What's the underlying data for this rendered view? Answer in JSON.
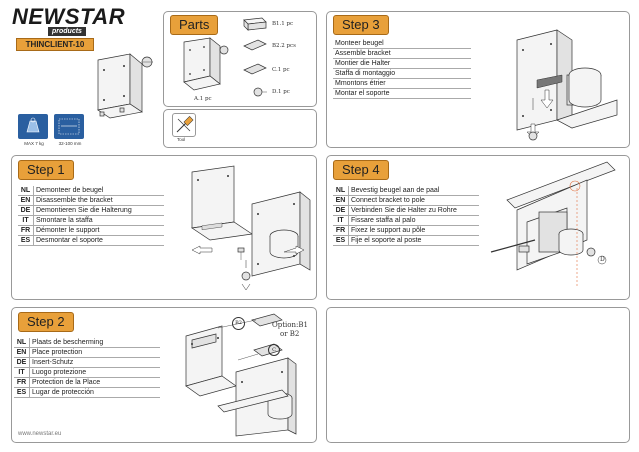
{
  "brand": {
    "name": "NEWSTAR",
    "sub": "products",
    "model": "THINCLIENT-10"
  },
  "badges": {
    "max_weight": "MAX 7 kg",
    "pole": "32-100 mm"
  },
  "parts": {
    "title": "Parts",
    "items": [
      {
        "code": "B1",
        "qty": "1 pc",
        "text": "B1.1 pc"
      },
      {
        "code": "B2",
        "qty": "2 pcs",
        "text": "B2.2 pcs"
      },
      {
        "code": "C",
        "qty": "1 pc",
        "text": "C.1 pc"
      },
      {
        "code": "D",
        "qty": "1 pc",
        "text": "D.1 pc"
      },
      {
        "code": "A",
        "qty": "1 pc",
        "text": "A.1 pc"
      }
    ],
    "tool_label": "Tool"
  },
  "step1": {
    "title": "Step 1",
    "rows": [
      {
        "lang": "NL",
        "text": "Demonteer de beugel"
      },
      {
        "lang": "EN",
        "text": "Disassemble the bracket"
      },
      {
        "lang": "DE",
        "text": "Demontieren Sie die Halterung"
      },
      {
        "lang": "IT",
        "text": "Smontare la staffa"
      },
      {
        "lang": "FR",
        "text": "Démonter le support"
      },
      {
        "lang": "ES",
        "text": "Desmontar el soporte"
      }
    ]
  },
  "step2": {
    "title": "Step 2",
    "rows": [
      {
        "lang": "NL",
        "text": "Plaats de bescherming"
      },
      {
        "lang": "EN",
        "text": "Place protection"
      },
      {
        "lang": "DE",
        "text": "Insert-Schutz"
      },
      {
        "lang": "IT",
        "text": "Luogo protezione"
      },
      {
        "lang": "FR",
        "text": "Protection de la Place"
      },
      {
        "lang": "ES",
        "text": "Lugar de protección"
      }
    ],
    "callout_b2": "B2",
    "callout_c": "C",
    "option_line1": "Option:B1",
    "option_line2": "or B2"
  },
  "step3": {
    "title": "Step 3",
    "rows": [
      {
        "text": "Monteer beugel"
      },
      {
        "text": "Assemble bracket"
      },
      {
        "text": "Montier die Halter"
      },
      {
        "text": "Staffa di montaggio"
      },
      {
        "text": "Mmontons étrier"
      },
      {
        "text": "Montar el soporte"
      }
    ]
  },
  "step4": {
    "title": "Step 4",
    "rows": [
      {
        "lang": "NL",
        "text": "Bevestig beugel aan de paal"
      },
      {
        "lang": "EN",
        "text": "Connect bracket to pole"
      },
      {
        "lang": "DE",
        "text": "Verbinden Sie die Halter zu Rohre"
      },
      {
        "lang": "IT",
        "text": "Fissare staffa al palo"
      },
      {
        "lang": "FR",
        "text": "Fixez le support au pôle"
      },
      {
        "lang": "ES",
        "text": "Fije el soporte al poste"
      }
    ],
    "callout_d": "D"
  },
  "footer": {
    "url": "www.newstar.eu"
  },
  "colors": {
    "accent": "#e8a03a",
    "badge": "#2a5fa0",
    "border": "#999999"
  }
}
